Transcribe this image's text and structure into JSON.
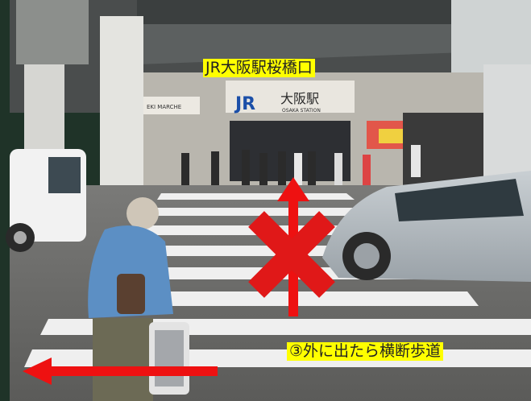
{
  "labels": {
    "station_entrance": "JR大阪駅桜橋口",
    "instruction": "③外に出たら横断歩道"
  },
  "signage": {
    "jr_logo": "JR",
    "station_name": "大阪駅",
    "station_name_en": "OSAKA STATION",
    "shop_sign": "EKI MARCHE"
  },
  "markers": {
    "cross_mark": "red-x-icon",
    "up_arrow": "red-up-arrow-icon",
    "left_arrow": "red-left-arrow-icon"
  },
  "colors": {
    "highlight": "#ffff00",
    "marker_red": "#ee1111",
    "frame_green": "#1f3328"
  }
}
